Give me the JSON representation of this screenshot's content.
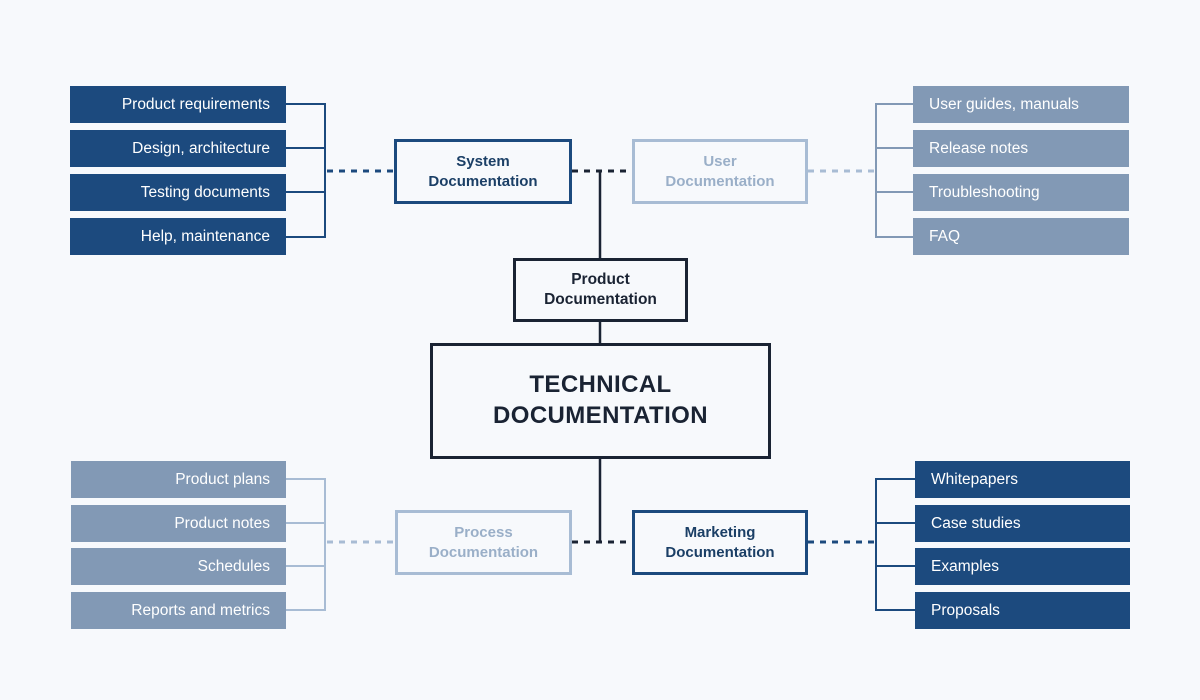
{
  "diagram": {
    "title": "TECHNICAL DOCUMENTATION",
    "background_color": "#f7f9fc",
    "palette": {
      "dark_navy": "#1c4a7e",
      "mid_slate": "#8299b5",
      "muted_border": "#a8bcd4",
      "muted_text": "#9aafc8",
      "core_ink": "#1a2333",
      "chip_text": "#ffffff"
    },
    "root": {
      "line1": "TECHNICAL",
      "line2": "DOCUMENTATION"
    },
    "product": {
      "line1": "Product",
      "line2": "Documentation"
    },
    "categories": {
      "system": {
        "line1": "System",
        "line2": "Documentation",
        "style": "strong"
      },
      "user": {
        "line1": "User",
        "line2": "Documentation",
        "style": "muted"
      },
      "process": {
        "line1": "Process",
        "line2": "Documentation",
        "style": "muted"
      },
      "marketing": {
        "line1": "Marketing",
        "line2": "Documentation",
        "style": "strong"
      }
    },
    "groups": {
      "system_items": [
        {
          "label": "Product requirements"
        },
        {
          "label": "Design, architecture"
        },
        {
          "label": "Testing documents"
        },
        {
          "label": "Help, maintenance"
        }
      ],
      "user_items": [
        {
          "label": "User guides, manuals"
        },
        {
          "label": "Release notes"
        },
        {
          "label": "Troubleshooting"
        },
        {
          "label": "FAQ"
        }
      ],
      "process_items": [
        {
          "label": "Product plans"
        },
        {
          "label": "Product notes"
        },
        {
          "label": "Schedules"
        },
        {
          "label": "Reports and metrics"
        }
      ],
      "marketing_items": [
        {
          "label": "Whitepapers"
        },
        {
          "label": "Case studies"
        },
        {
          "label": "Examples"
        },
        {
          "label": "Proposals"
        }
      ]
    }
  }
}
